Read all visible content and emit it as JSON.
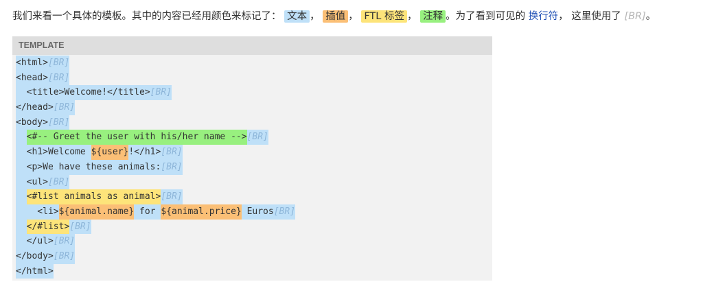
{
  "intro": {
    "lead": "我们来看一个具体的模板。其中的内容已经用颜色来标记了：",
    "text": "文本",
    "sep1": "，",
    "interpolation": "插值",
    "sep2": "，",
    "ftl_tag": "FTL 标签",
    "sep3": "，",
    "comment": "注释",
    "mid": "。为了看到可见的",
    "newline_link": "换行符",
    "tail": "，  这里使用了",
    "br": "[BR]",
    "end": "。"
  },
  "panel": {
    "title": "TEMPLATE"
  },
  "code_lines": [
    [
      {
        "t": "t",
        "v": "<html>"
      },
      {
        "t": "br",
        "v": "[BR]"
      }
    ],
    [
      {
        "t": "t",
        "v": "<head>"
      },
      {
        "t": "br",
        "v": "[BR]"
      }
    ],
    [
      {
        "t": "t",
        "v": "  <title>Welcome!</title>"
      },
      {
        "t": "br",
        "v": "[BR]"
      }
    ],
    [
      {
        "t": "t",
        "v": "</head>"
      },
      {
        "t": "br",
        "v": "[BR]"
      }
    ],
    [
      {
        "t": "t",
        "v": "<body>"
      },
      {
        "t": "br",
        "v": "[BR]"
      }
    ],
    [
      {
        "t": "t",
        "v": "  "
      },
      {
        "t": "c",
        "v": "<#-- Greet the user with his/her name -->"
      },
      {
        "t": "br",
        "v": "[BR]"
      }
    ],
    [
      {
        "t": "t",
        "v": "  <h1>Welcome "
      },
      {
        "t": "i",
        "v": "${user}"
      },
      {
        "t": "t",
        "v": "!</h1>"
      },
      {
        "t": "br",
        "v": "[BR]"
      }
    ],
    [
      {
        "t": "t",
        "v": "  <p>We have these animals:"
      },
      {
        "t": "br",
        "v": "[BR]"
      }
    ],
    [
      {
        "t": "t",
        "v": "  <ul>"
      },
      {
        "t": "br",
        "v": "[BR]"
      }
    ],
    [
      {
        "t": "t",
        "v": "  "
      },
      {
        "t": "f",
        "v": "<#list animals as animal>"
      },
      {
        "t": "br",
        "v": "[BR]"
      }
    ],
    [
      {
        "t": "t",
        "v": "    <li>"
      },
      {
        "t": "i",
        "v": "${animal.name}"
      },
      {
        "t": "t",
        "v": " for "
      },
      {
        "t": "i",
        "v": "${animal.price}"
      },
      {
        "t": "t",
        "v": " Euros"
      },
      {
        "t": "br",
        "v": "[BR]"
      }
    ],
    [
      {
        "t": "t",
        "v": "  "
      },
      {
        "t": "f",
        "v": "</#list>"
      },
      {
        "t": "br",
        "v": "[BR]"
      }
    ],
    [
      {
        "t": "t",
        "v": "  </ul>"
      },
      {
        "t": "br",
        "v": "[BR]"
      }
    ],
    [
      {
        "t": "t",
        "v": "</body>"
      },
      {
        "t": "br",
        "v": "[BR]"
      }
    ],
    [
      {
        "t": "t",
        "v": "</html>"
      }
    ]
  ]
}
